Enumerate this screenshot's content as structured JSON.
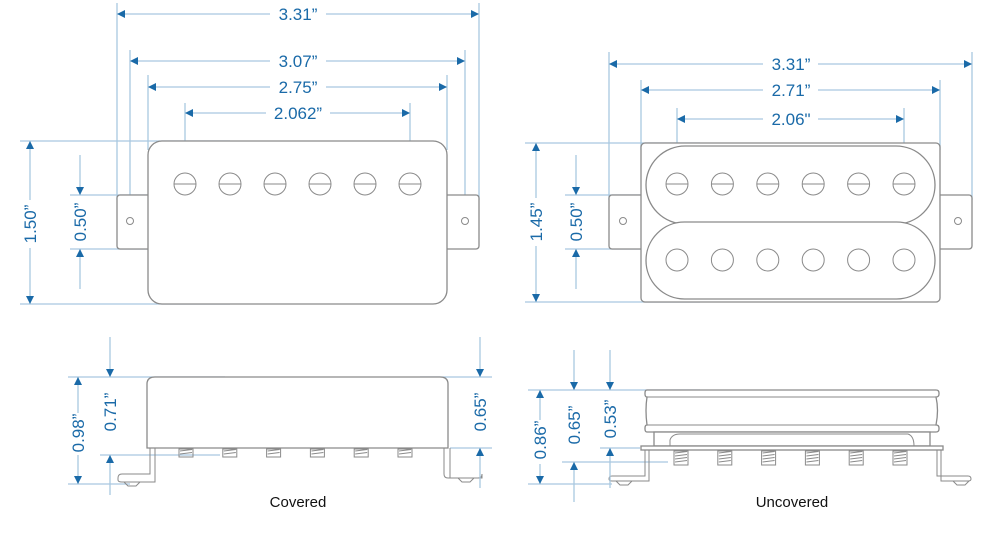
{
  "covered": {
    "caption": "Covered",
    "top_dims": {
      "overall_width": "3.31”",
      "mount_hole_spacing": "3.07”",
      "cover_width": "2.75”",
      "pole_spacing": "2.062”"
    },
    "side_dims": {
      "cover_length": "1.50”",
      "tab_width": "0.50”"
    },
    "profile_dims": {
      "total_height": "0.98”",
      "cover_height": "0.71”",
      "right_height": "0.65”"
    },
    "pole_count": 6
  },
  "uncovered": {
    "caption": "Uncovered",
    "top_dims": {
      "overall_width": "3.31”",
      "bobbin_width": "2.71”",
      "pole_spacing": "2.06\""
    },
    "side_dims": {
      "bobbin_length": "1.45”",
      "tab_width": "0.50”"
    },
    "profile_dims": {
      "total_height": "0.86”",
      "bobbin_height": "0.65”",
      "coil_height": "0.53”"
    },
    "pole_count": 6
  },
  "colors": {
    "dimension": "#1a6aa8",
    "extension_line": "#a9c8e0",
    "outline": "#8a8a8a"
  }
}
